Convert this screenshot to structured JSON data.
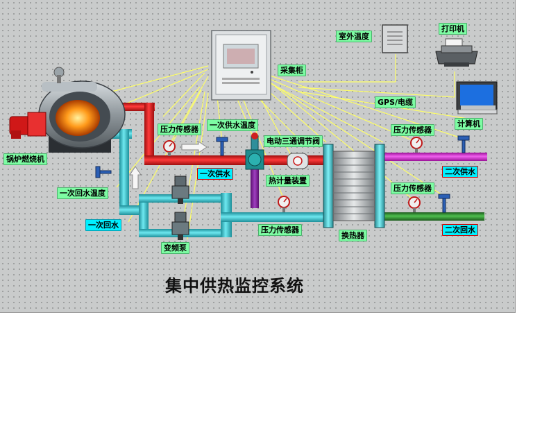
{
  "title": "集中供热监控系统",
  "labels": {
    "boiler": "锅炉燃烧机",
    "collector": "采集柜",
    "outdoor_temp": "室外温度",
    "printer": "打印机",
    "computer": "计算机",
    "gps_cable": "GPS/电缆",
    "pressure_left": "压力传感器",
    "primary_supply_temp": "一次供水温度",
    "three_way_valve": "电动三通调节阀",
    "primary_supply": "一次供水",
    "primary_return_temp": "一次回水温度",
    "primary_return": "一次回水",
    "heat_meter": "热计量装置",
    "vfd_pump": "变频泵",
    "pressure_bottom": "压力传感器",
    "heat_exchanger": "换热器",
    "pressure_secondary_supply": "压力传感器",
    "secondary_supply": "二次供水",
    "pressure_secondary_return": "压力传感器",
    "secondary_return": "二次回水"
  },
  "colors": {
    "background": "#c9cbcb",
    "primary_supply_pipe": "#d81a1a",
    "primary_return_pipe": "#30b9c4",
    "secondary_supply_pipe": "#d62ad4",
    "secondary_return_pipe": "#2f8f2f",
    "signal_line": "#ffff66",
    "label_green": "#7dfca3",
    "label_cyan": "#00f0ff",
    "label_border_red": "#d00000"
  },
  "icons": [
    "boiler-icon",
    "control-cabinet-icon",
    "outdoor-sensor-icon",
    "printer-icon",
    "computer-icon",
    "pressure-gauge-icon",
    "temperature-probe-icon",
    "valve-icon",
    "heat-meter-icon",
    "pump-icon",
    "heat-exchanger-icon",
    "flow-arrow-icon"
  ]
}
